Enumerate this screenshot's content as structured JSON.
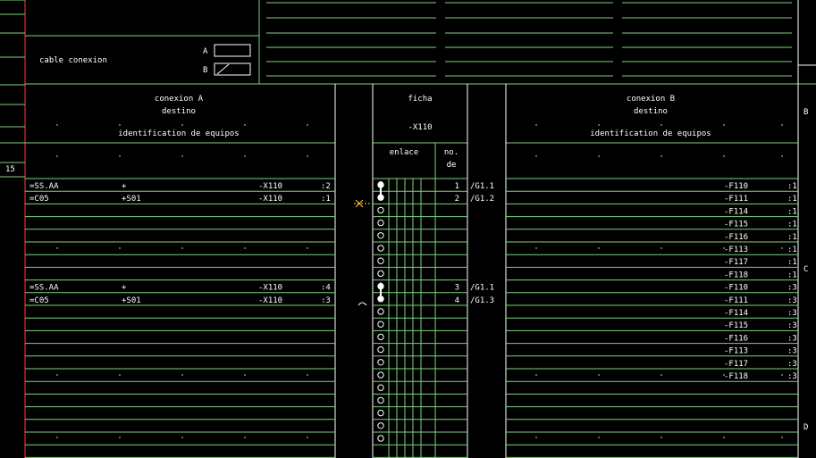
{
  "colors": {
    "background": "#000000",
    "grid": "#7ed27e",
    "text": "#ffffff",
    "margin": "#ff3b3b",
    "cross": "#ffd24a"
  },
  "margin_number": "15",
  "title_block": {
    "cable_label": "cable conexion",
    "option_a": "A",
    "option_b": "B"
  },
  "side_letters": {
    "b": "B",
    "c": "C",
    "d": "D"
  },
  "headers": {
    "conexion_a": {
      "title": "conexion A",
      "sub": "destino",
      "ident": "identification de equipos"
    },
    "ficha": {
      "title": "ficha",
      "name": "-X110",
      "enlace": "enlace",
      "no": "no.",
      "de": "de"
    },
    "conexion_b": {
      "title": "conexion B",
      "sub": "destino",
      "ident": "identification de equipos"
    }
  },
  "left_rows": [
    {
      "c1": "=SS.AA",
      "c2": "+",
      "c3": "-X110",
      "c4": ":2"
    },
    {
      "c1": "=C05",
      "c2": "+S01",
      "c3": "-X110",
      "c4": ":1"
    },
    {
      "c1": "=SS.AA",
      "c2": "+",
      "c3": "-X110",
      "c4": ":4"
    },
    {
      "c1": "=C05",
      "c2": "+S01",
      "c3": "-X110",
      "c4": ":3"
    }
  ],
  "terminals": [
    {
      "no": "1",
      "ref": "/G1.1"
    },
    {
      "no": "2",
      "ref": "/G1.2"
    },
    {
      "no": "3",
      "ref": "/G1.1"
    },
    {
      "no": "4",
      "ref": "/G1.3"
    }
  ],
  "right_rows": [
    {
      "dev": "-F110",
      "pin": ":1"
    },
    {
      "dev": "-F111",
      "pin": ":1"
    },
    {
      "dev": "-F114",
      "pin": ":1"
    },
    {
      "dev": "-F115",
      "pin": ":1"
    },
    {
      "dev": "-F116",
      "pin": ":1"
    },
    {
      "dev": "-F113",
      "pin": ":1"
    },
    {
      "dev": "-F117",
      "pin": ":1"
    },
    {
      "dev": "-F118",
      "pin": ":1"
    },
    {
      "dev": "-F110",
      "pin": ":3"
    },
    {
      "dev": "-F111",
      "pin": ":3"
    },
    {
      "dev": "-F114",
      "pin": ":3"
    },
    {
      "dev": "-F115",
      "pin": ":3"
    },
    {
      "dev": "-F116",
      "pin": ":3"
    },
    {
      "dev": "-F113",
      "pin": ":3"
    },
    {
      "dev": "-F117",
      "pin": ":3"
    },
    {
      "dev": "-F118",
      "pin": ":3"
    }
  ]
}
